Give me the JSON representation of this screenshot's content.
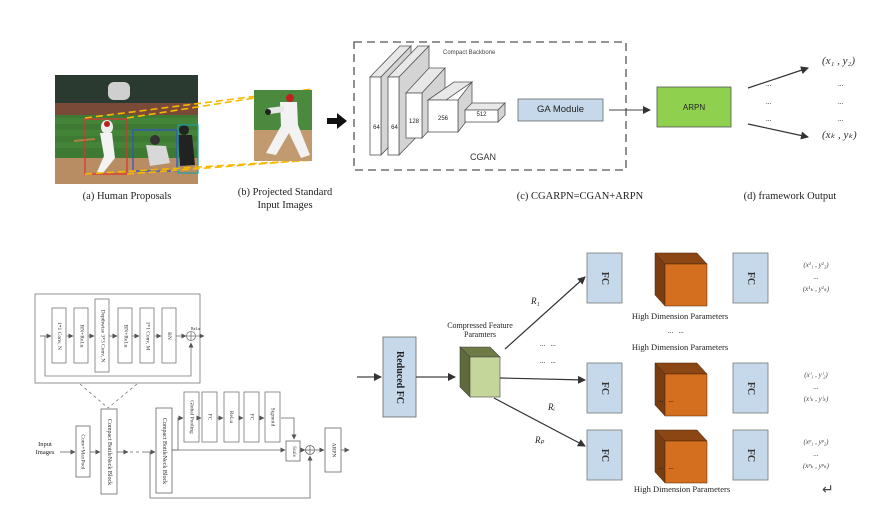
{
  "top": {
    "captions": {
      "a": "(a) Human Proposals",
      "b_line1": "(b) Projected Standard",
      "b_line2": "Input Images",
      "c": "(c)  CGARPN=CGAN+ARPN",
      "d": "(d)  framework Output"
    },
    "backbone_label": "Compact Backbone",
    "backbone_layers": [
      "64",
      "64",
      "128",
      "256",
      "512"
    ],
    "cgan_label": "CGAN",
    "ga_module_label": "GA Module",
    "arpn_label": "ARPN",
    "output_first": "(x₁ , y₂)",
    "output_last": "(xₖ , yₖ)",
    "ellipsis": "...",
    "colors": {
      "ga_module": "#c5d9ea",
      "arpn": "#8fd14f",
      "proposal_red": "#e03030",
      "proposal_blue": "#3050d0",
      "proposal_teal": "#20a0a0",
      "projection_lines": "#f5b800"
    }
  },
  "bottom_left": {
    "bottleneck_blocks": [
      "1*1 Conv, N",
      "BN+ReLu",
      "Depthwise 3*3 Conv, N",
      "BN+ReLu",
      "1*1 Conv, M",
      "BN"
    ],
    "relu_label": "ReLu",
    "input_label_line1": "Input",
    "input_label_line2": "Images",
    "conv_maxpool": "Conv+MaxPool",
    "compact_block_1": "Compact BottleNeck Block",
    "compact_block_2": "Compact BottleNeck Block",
    "se_blocks": [
      "Global Pooling",
      "FC",
      "ReLu",
      "FC",
      "Sigmoid"
    ],
    "scale_label": "Scale",
    "arpn_label": "ARPN"
  },
  "bottom_right": {
    "reduced_fc": "Reduced FC",
    "compressed_label_line1": "Compressed Feature",
    "compressed_label_line2": "Paramters",
    "branch_labels": [
      "R₁",
      "Rᵢ",
      "Rₚ"
    ],
    "fc_label": "FC",
    "high_dim_label": "High Dimension Parameters",
    "ellipsis_pair": "...   ...",
    "outputs": [
      {
        "first": "(x¹₁ , y¹₂)",
        "mid": "...",
        "last": "(x¹ₖ , y¹ₖ)"
      },
      {
        "first": "(xⁱ₁ , yⁱ₂)",
        "mid": "...",
        "last": "(xⁱₖ , yⁱₖ)"
      },
      {
        "first": "(xᵖ₁ , yᵖ₂)",
        "mid": "...",
        "last": "(xᵖₖ , yᵖₖ)"
      }
    ],
    "return_symbol": "↵",
    "colors": {
      "fc_fill": "#c5d9ea",
      "cube_front": "#d36f1e",
      "cube_side": "#7a3d12",
      "green_front": "#c5d69b",
      "green_side": "#5f6b3c"
    }
  }
}
